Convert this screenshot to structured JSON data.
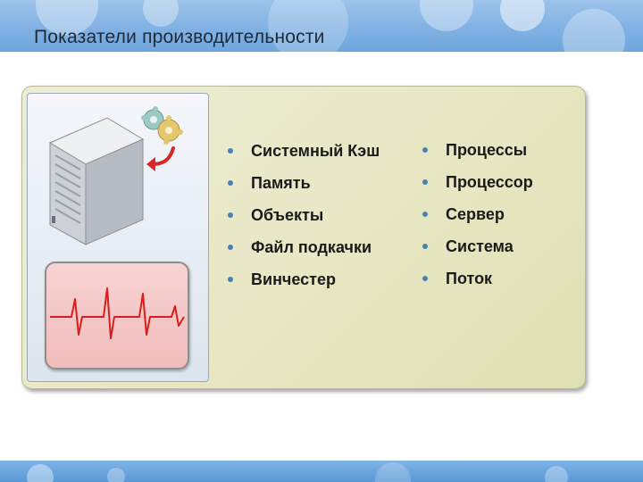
{
  "slide": {
    "title": "Показатели производительности"
  },
  "lists": {
    "left": [
      "Системный Кэш",
      "Память",
      "Объекты",
      "Файл подкачки",
      "Винчестер"
    ],
    "right": [
      "Процессы",
      "Процессор",
      "Сервер",
      "Система",
      "Поток"
    ]
  },
  "colors": {
    "header": "#8fbbe8",
    "panel": "#e8e8c6",
    "bullet": "#4b7fb5",
    "heartbeat": "#d81e1e",
    "arrow": "#d8262a"
  },
  "icons": {
    "server": "server-icon",
    "gears": "gear-icon",
    "arrow": "curved-arrow-icon",
    "monitor": "heartbeat-monitor-icon"
  }
}
